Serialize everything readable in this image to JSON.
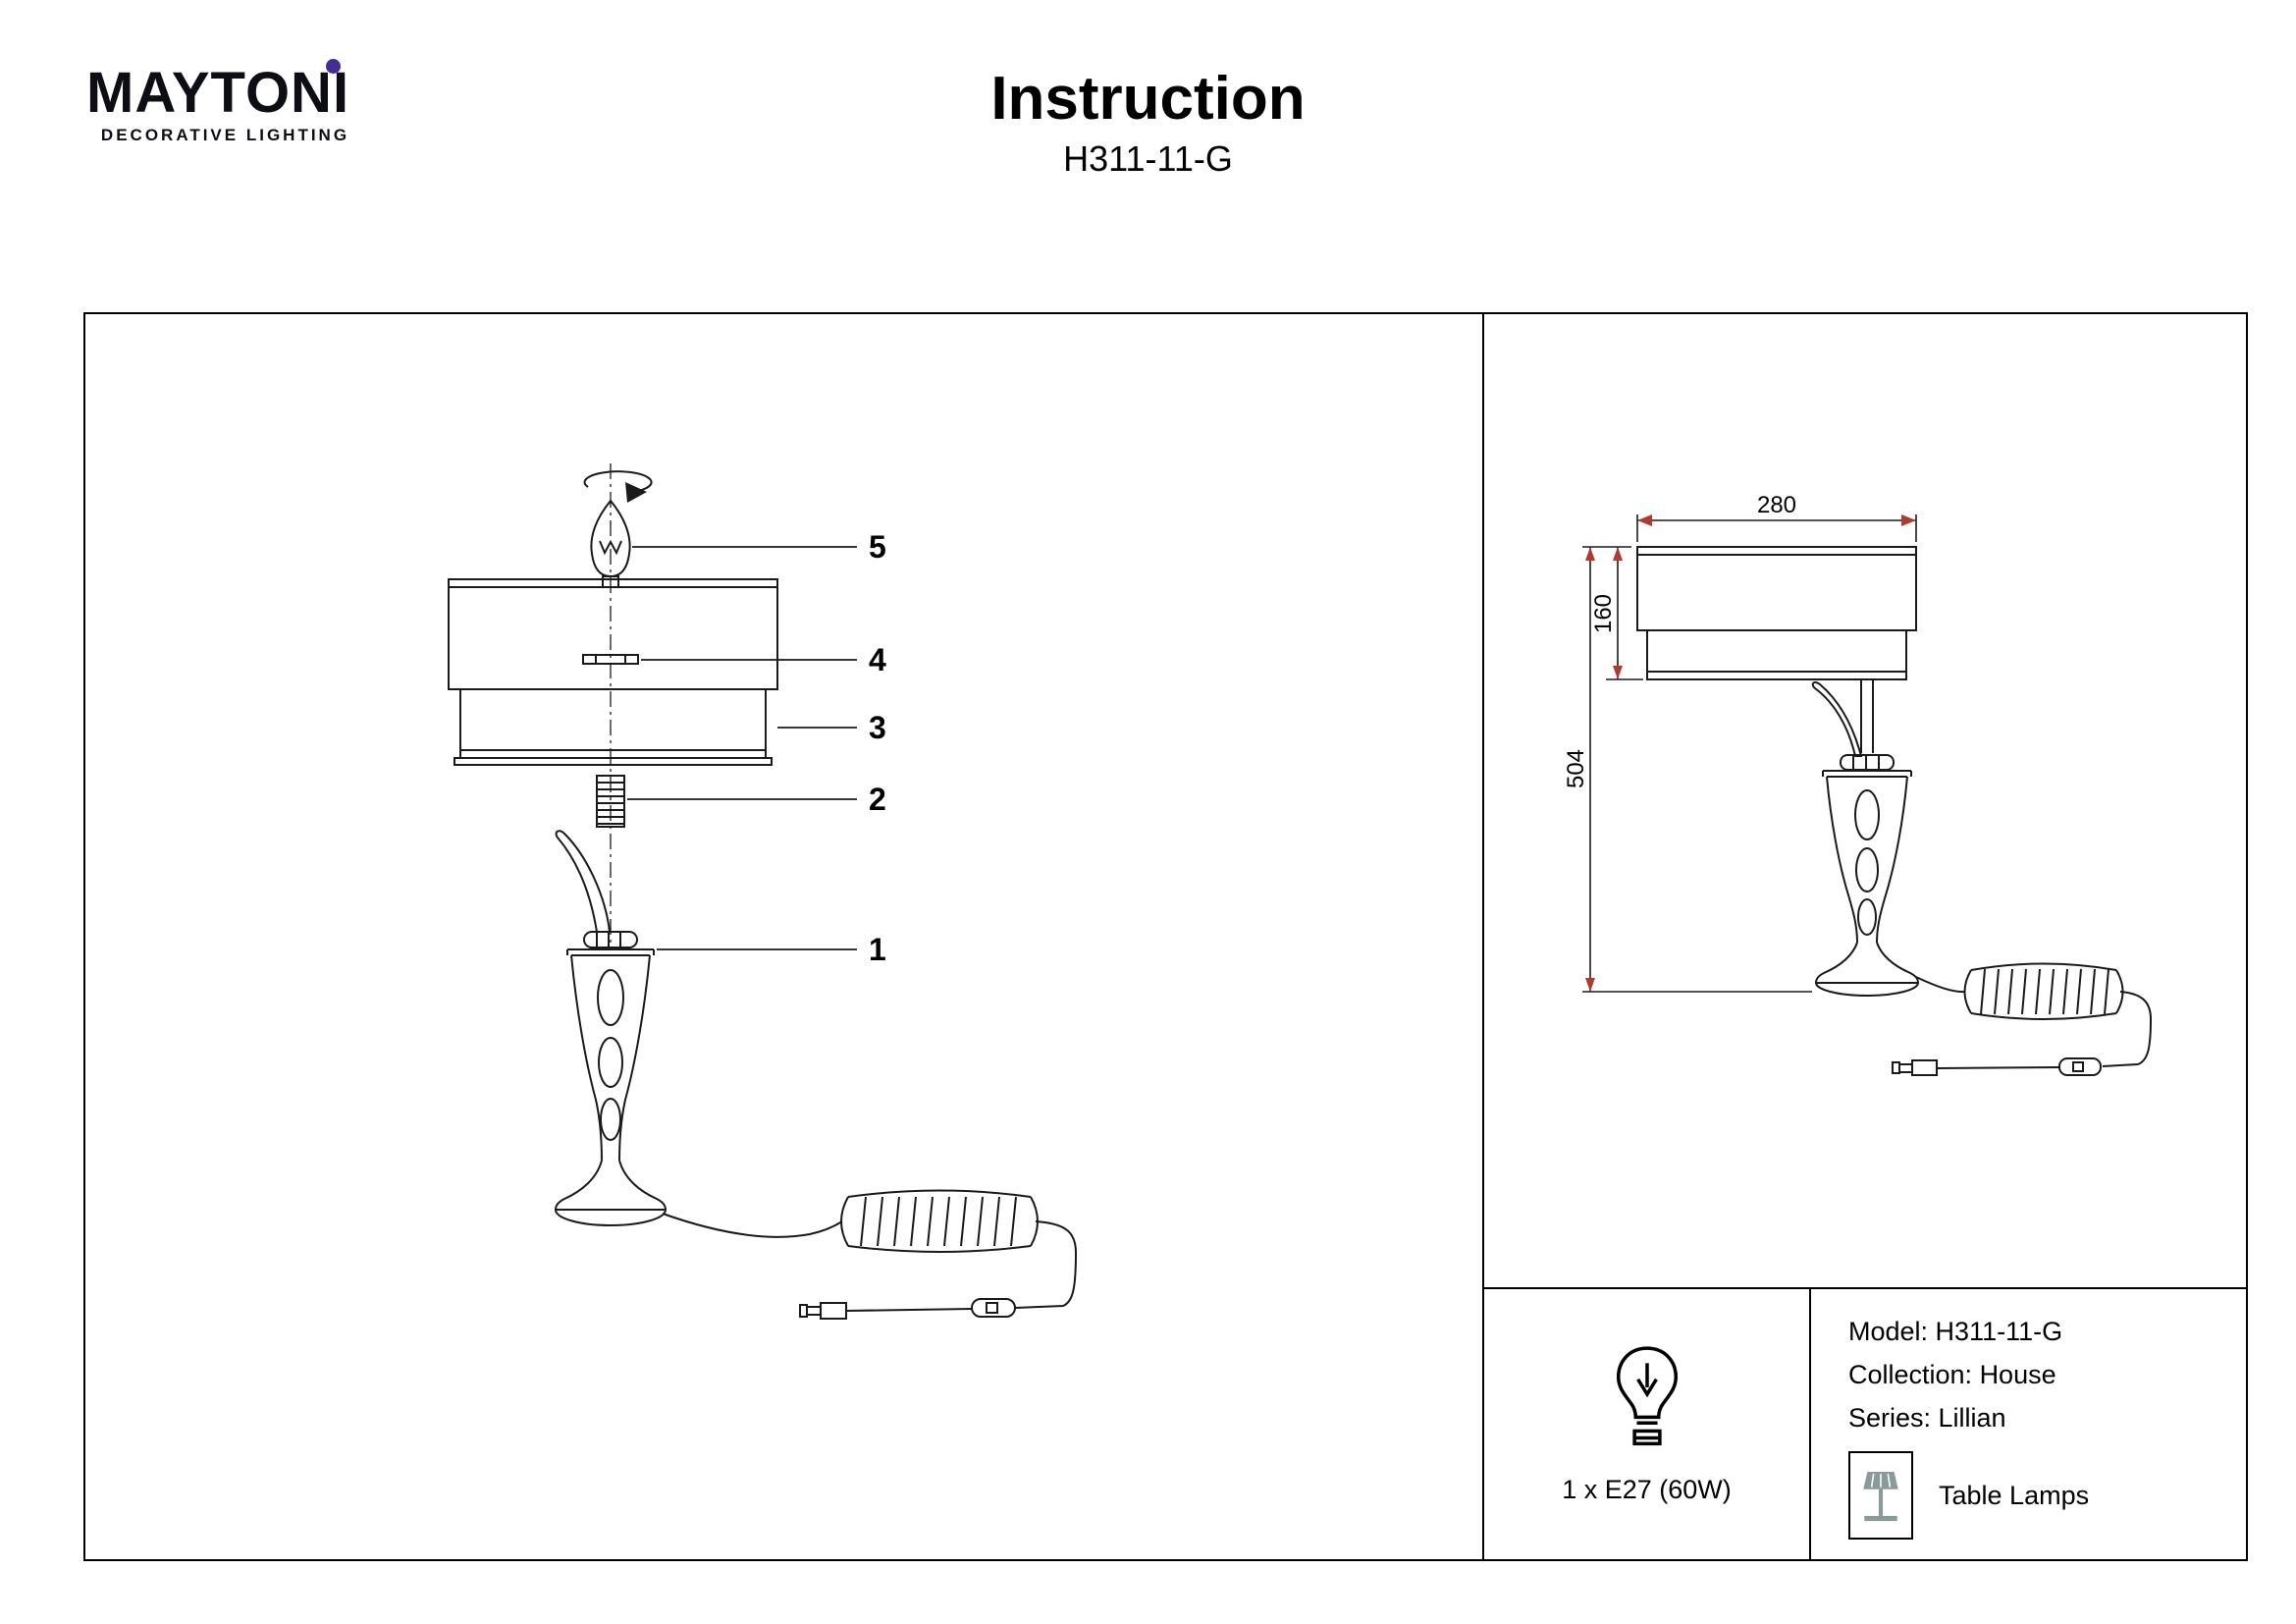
{
  "brand": {
    "name": "MAYTONI",
    "tagline": "DECORATIVE LIGHTING"
  },
  "header": {
    "title": "Instruction",
    "model": "H311-11-G"
  },
  "exploded_view": {
    "part_labels": [
      "5",
      "4",
      "3",
      "2",
      "1"
    ]
  },
  "dimension_drawing": {
    "width_mm": "280",
    "shade_height_mm": "160",
    "total_height_mm": "504"
  },
  "specs": {
    "bulb": "1 x E27 (60W)",
    "model_line": "Model: H311-11-G",
    "collection_line": "Collection: House",
    "series_line": "Series: Lillian",
    "type": "Table Lamps"
  },
  "colors": {
    "logo_dot": "#452d93",
    "dimension_arrow": "#b03a2e",
    "lamp_icon_gray": "#8a9a9a",
    "line": "#1a1a1a"
  }
}
